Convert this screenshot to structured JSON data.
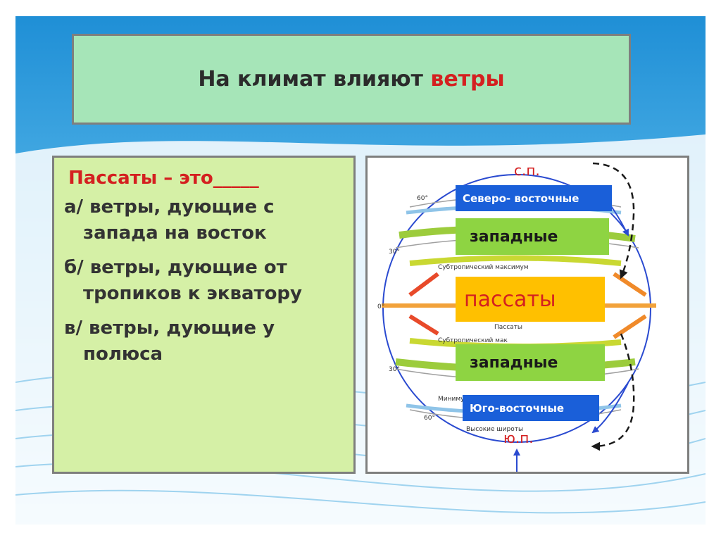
{
  "title": {
    "prefix": "На климат влияют",
    "accent": "ветры"
  },
  "question": {
    "heading": "Пассаты – это_____",
    "options": [
      "а/ ветры, дующие с запада на восток",
      "б/ ветры, дующие  от тропиков к экватору",
      "в/ ветры, дующие у полюса"
    ]
  },
  "diagram": {
    "north_pole": "с.п.",
    "south_pole": "ю.п.",
    "labels": {
      "northeast": "Северо- восточные",
      "westerlies_north": "западные",
      "trade_winds": "пассаты",
      "westerlies_south": "западные",
      "southeast": "Юго-восточные"
    },
    "figure_text": {
      "lat_30_north": "30°",
      "lat_60_north": "60°",
      "lat_0": "0°",
      "lat_30_south": "30°",
      "lat_60_south": "60°",
      "subtropical_max": "Субтропический максимум",
      "passaty_small": "Пассаты",
      "subtropical_max_south": "Субтропический мак",
      "temperate_min": "Минимум умеренных",
      "high_lat": "Высокие широты"
    }
  },
  "colors": {
    "title_accent": "#d42020",
    "title_box": "#a6e5b8",
    "question_box": "#d5f0a6",
    "label_blue": "#1a5fd9",
    "label_green": "#8ed442",
    "label_orange": "#ffc000"
  }
}
